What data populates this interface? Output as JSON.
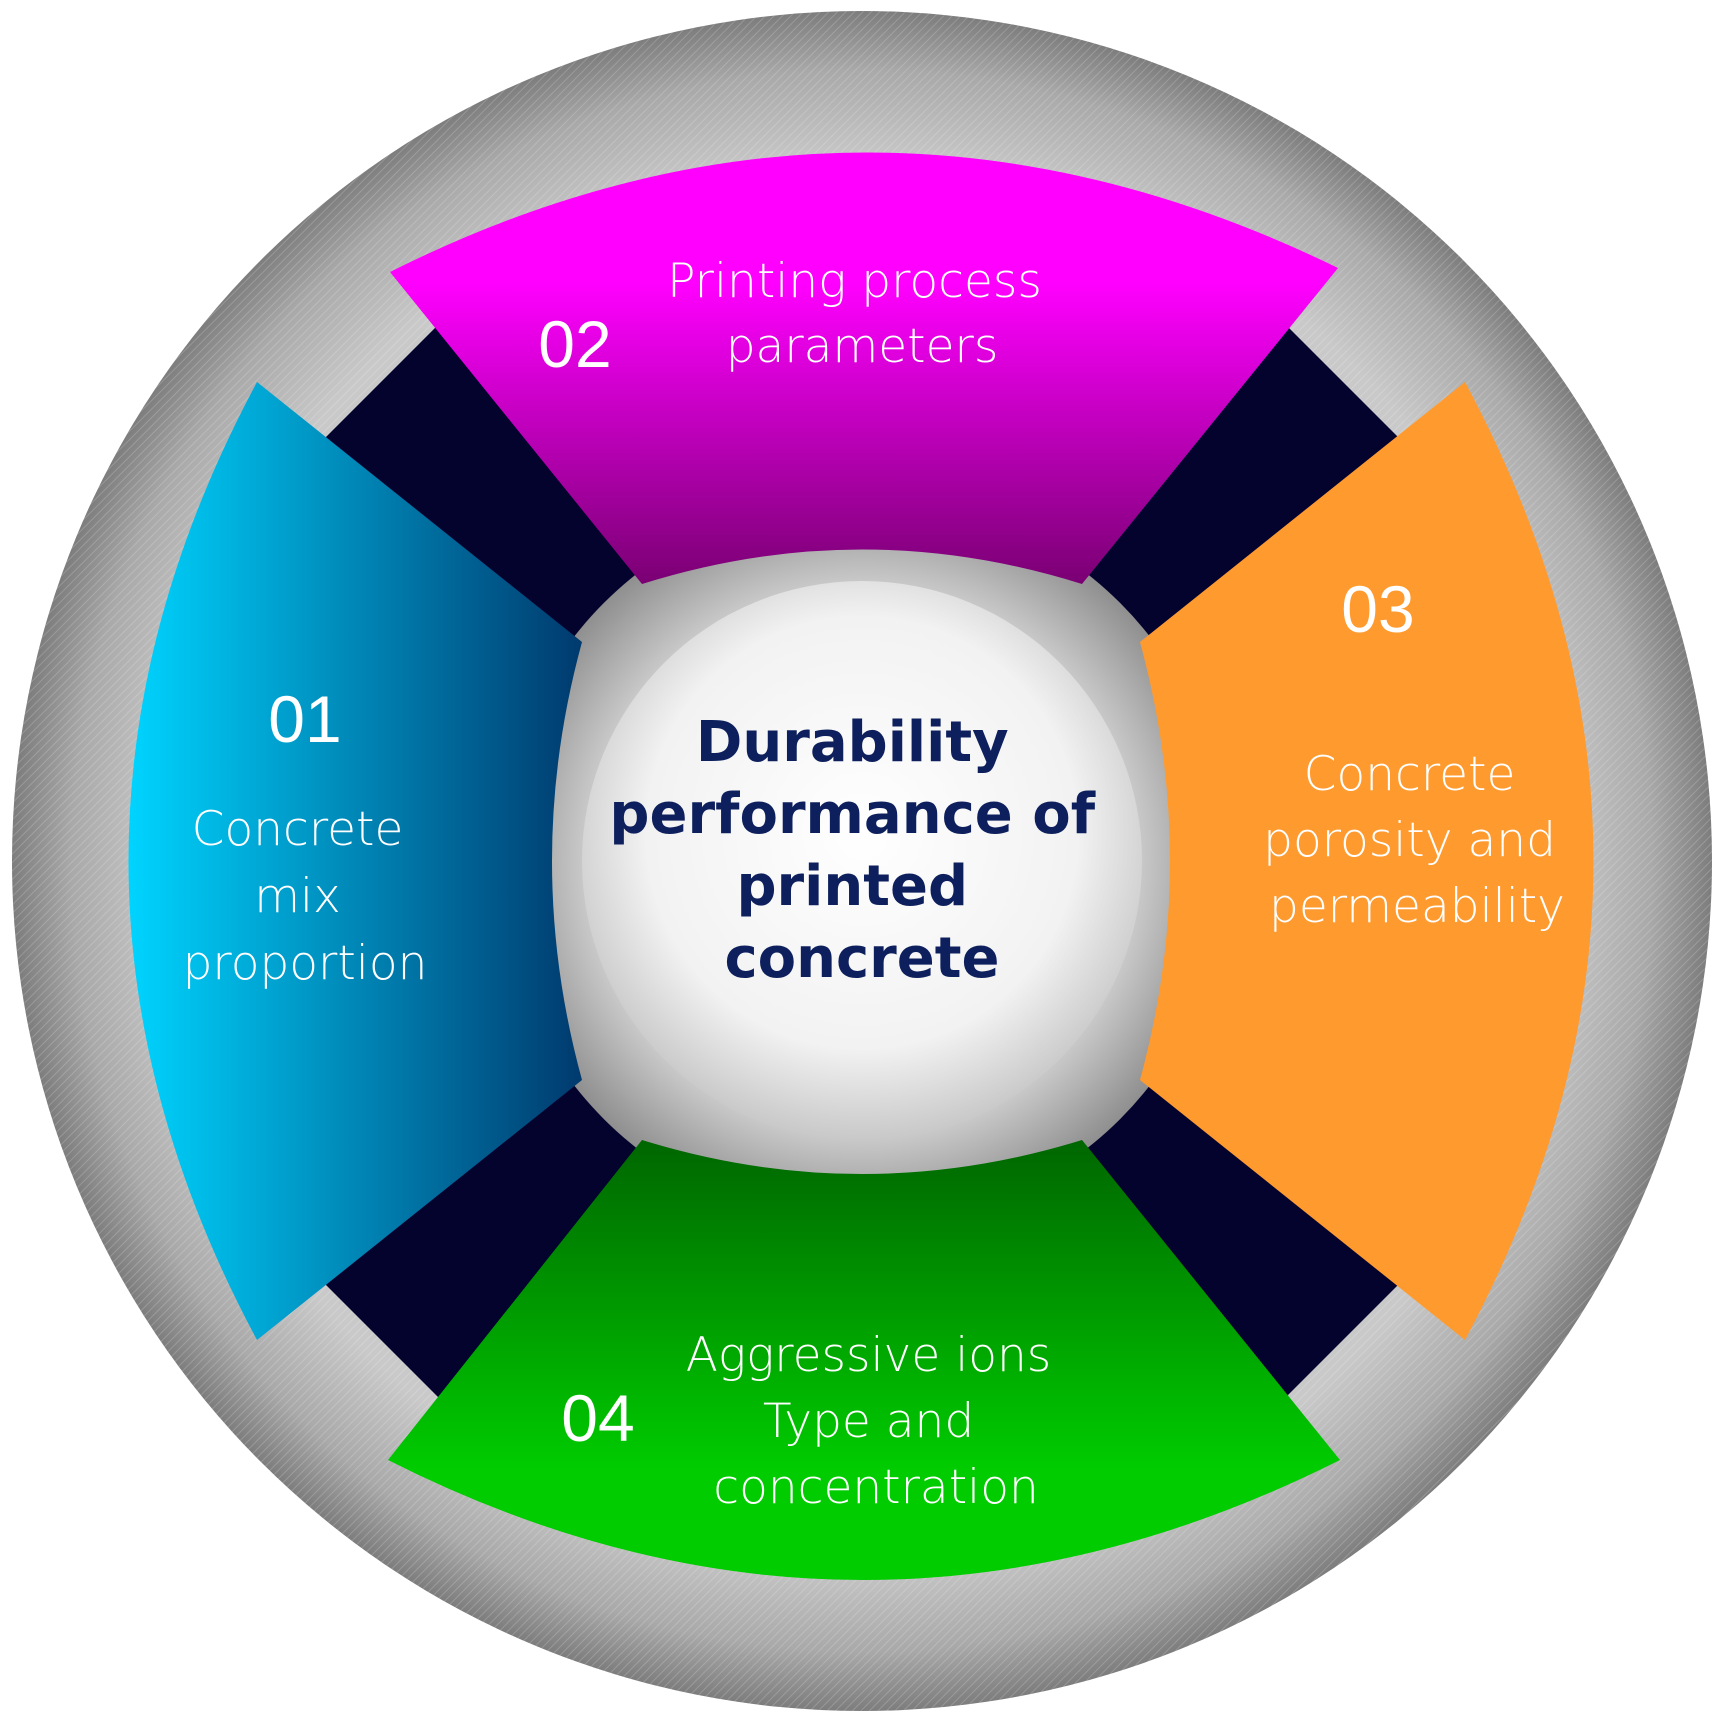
{
  "center": {
    "lines": [
      "Durability",
      "performance of",
      "printed",
      "concrete"
    ],
    "color": "#0d1f5c"
  },
  "segments": [
    {
      "number": "01",
      "lines": [
        "Concrete",
        "mix",
        "proportion"
      ],
      "colors": [
        "#00d4ff",
        "#003a6e"
      ]
    },
    {
      "number": "02",
      "lines": [
        "Printing process",
        "parameters"
      ],
      "colors": [
        "#ff00ff",
        "#7a0073"
      ]
    },
    {
      "number": "03",
      "lines": [
        "Concrete",
        "porosity and",
        "permeability"
      ],
      "colors": [
        "#ff9a2e",
        "#ff9a2e"
      ]
    },
    {
      "number": "04",
      "lines": [
        "Aggressive ions",
        "Type and",
        "concentration"
      ],
      "colors": [
        "#00cc00",
        "#006600"
      ]
    }
  ],
  "connector_color": "#03032e",
  "ring_color": "#b3b3b3"
}
